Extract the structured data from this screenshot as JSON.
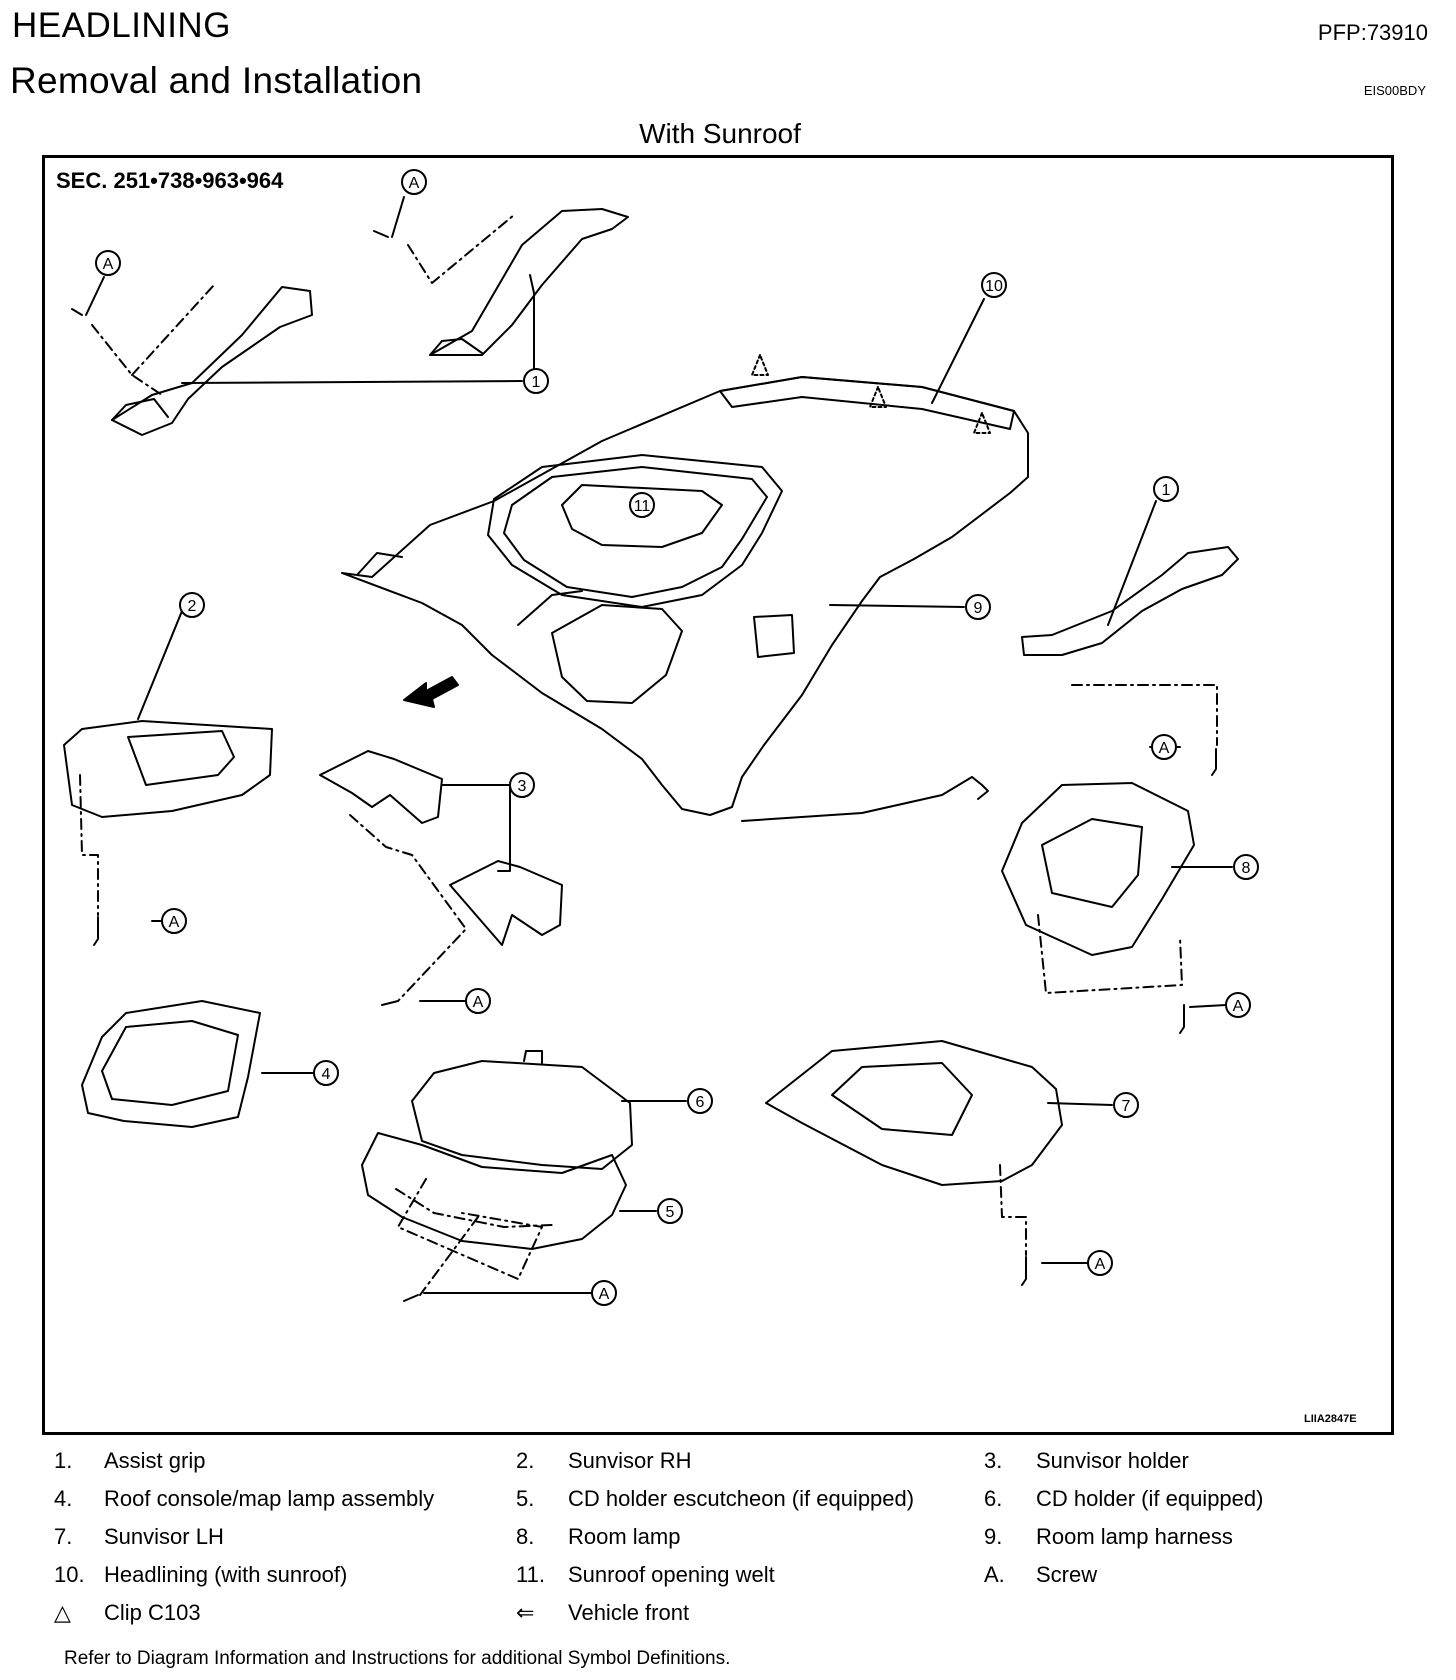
{
  "header": {
    "title": "HEADLINING",
    "pfp": "PFP:73910",
    "subtitle": "Removal and Installation",
    "code": "EIS00BDY",
    "variant": "With Sunroof"
  },
  "figure": {
    "section": "SEC. 251•738•963•964",
    "figure_id": "LIIA2847E",
    "callouts": [
      "1",
      "2",
      "3",
      "4",
      "5",
      "6",
      "7",
      "8",
      "9",
      "10",
      "11",
      "A"
    ]
  },
  "legend": [
    {
      "num": "1.",
      "text": "Assist grip"
    },
    {
      "num": "2.",
      "text": "Sunvisor RH"
    },
    {
      "num": "3.",
      "text": "Sunvisor holder"
    },
    {
      "num": "4.",
      "text": "Roof console/map lamp assembly"
    },
    {
      "num": "5.",
      "text": "CD holder escutcheon (if equipped)"
    },
    {
      "num": "6.",
      "text": "CD holder (if equipped)"
    },
    {
      "num": "7.",
      "text": "Sunvisor LH"
    },
    {
      "num": "8.",
      "text": "Room lamp"
    },
    {
      "num": "9.",
      "text": "Room lamp harness"
    },
    {
      "num": "10.",
      "text": "Headlining (with sunroof)"
    },
    {
      "num": "11.",
      "text": "Sunroof opening welt"
    },
    {
      "num": "A.",
      "text": "Screw"
    },
    {
      "num": "△",
      "text": "Clip C103"
    },
    {
      "num": "⇐",
      "text": "Vehicle front"
    }
  ],
  "footnote": "Refer to Diagram Information and Instructions for additional Symbol Definitions."
}
